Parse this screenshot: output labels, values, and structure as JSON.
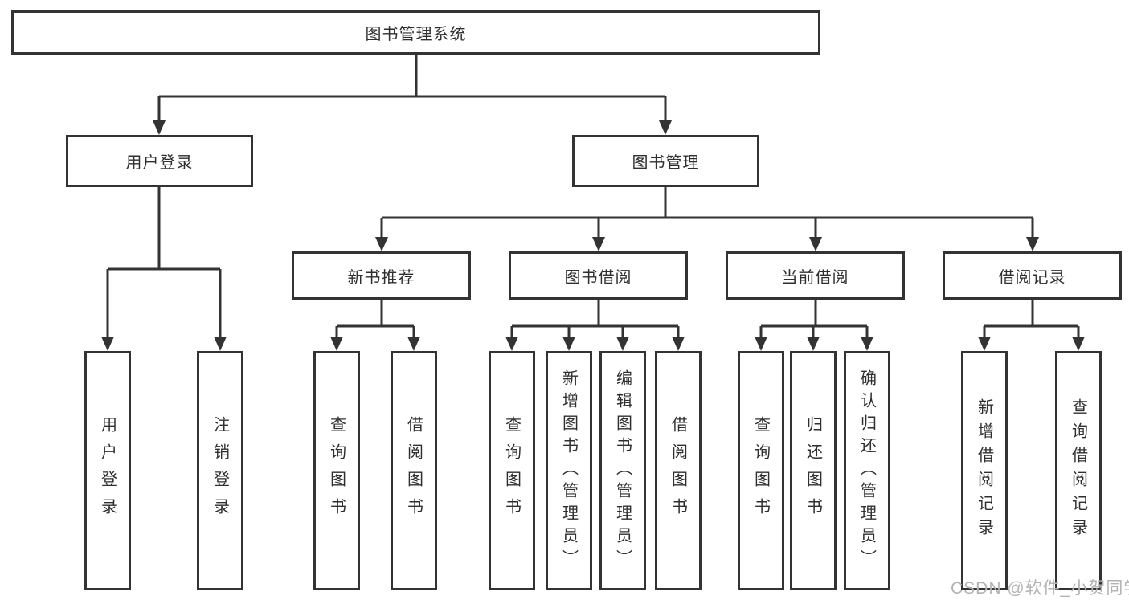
{
  "tree": {
    "root": {
      "label": "图书管理系统"
    },
    "children": [
      {
        "label": "用户登录",
        "children": [
          {
            "label": "用户登录"
          },
          {
            "label": "注销登录"
          }
        ]
      },
      {
        "label": "图书管理",
        "children": [
          {
            "label": "新书推荐",
            "children": [
              {
                "label": "查询图书"
              },
              {
                "label": "借阅图书"
              }
            ]
          },
          {
            "label": "图书借阅",
            "children": [
              {
                "label": "查询图书"
              },
              {
                "label": "新增图书（管理员）"
              },
              {
                "label": "编辑图书（管理员）"
              },
              {
                "label": "借阅图书"
              }
            ]
          },
          {
            "label": "当前借阅",
            "children": [
              {
                "label": "查询图书"
              },
              {
                "label": "归还图书"
              },
              {
                "label": "确认归还（管理员）"
              }
            ]
          },
          {
            "label": "借阅记录",
            "children": [
              {
                "label": "新增借阅记录"
              },
              {
                "label": "查询借阅记录"
              }
            ]
          }
        ]
      }
    ]
  },
  "watermark": "CSDN @软件_小贺同学",
  "colors": {
    "line": "#333333",
    "box_border": "#333333",
    "box_fill": "#ffffff",
    "text": "#2f2f2f",
    "watermark_text": "#b3b3b3"
  }
}
